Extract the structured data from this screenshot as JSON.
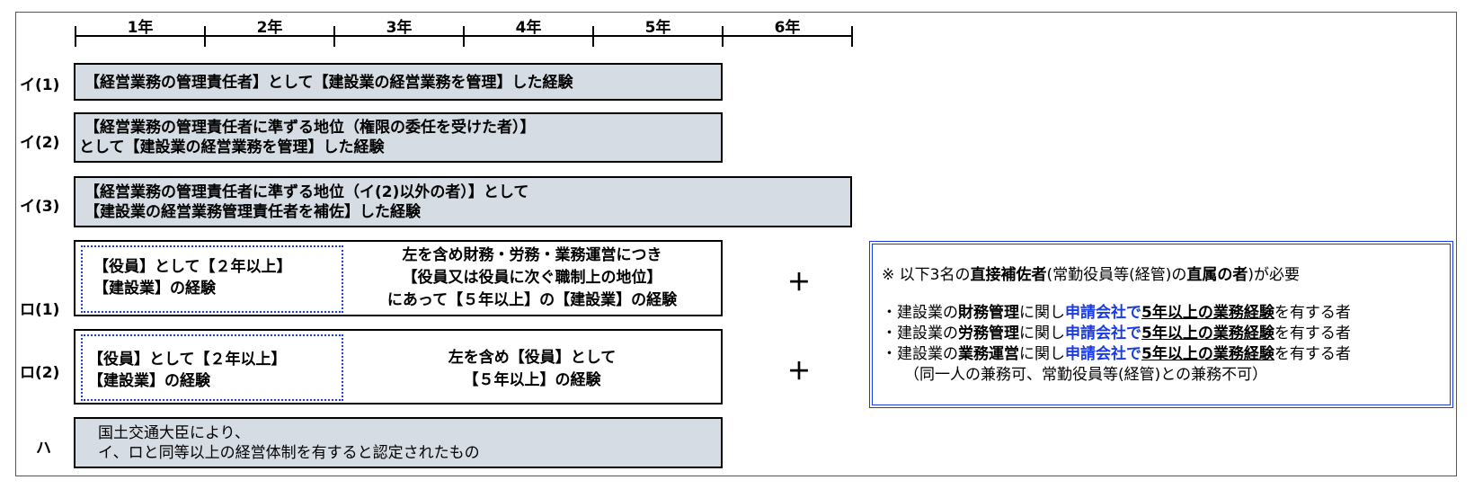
{
  "timeline": {
    "years": [
      "1年",
      "2年",
      "3年",
      "4年",
      "5年",
      "6年"
    ]
  },
  "rows": {
    "i1": {
      "label": "イ(1)",
      "line1": "【経営業務の管理責任者】として【建設業の経営業務を管理】した経験"
    },
    "i2": {
      "label": "イ(2)",
      "line1": "【経営業務の管理責任者に準ずる地位（権限の委任を受けた者）】",
      "line2": "として【建設業の経営業務を管理】した経験"
    },
    "i3": {
      "label": "イ(3)",
      "line1": "【経営業務の管理責任者に準ずる地位（イ(2)以外の者）】として",
      "line2": "【建設業の経営業務管理責任者を補佐】した経験"
    },
    "ro1": {
      "label": "ロ(1)",
      "inner1": "【役員】として【２年以上】",
      "inner2": "【建設業】の経験",
      "rest1": "左を含め財務・労務・業務運営につき",
      "rest2": "【役員又は役員に次ぐ職制上の地位】",
      "rest3": "にあって【５年以上】の【建設業】の経験",
      "plus": "＋"
    },
    "ro2": {
      "label": "ロ(2)",
      "inner1": "【役員】として【２年以上】",
      "inner2": "【建設業】の経験",
      "rest1": "左を含め【役員】として",
      "rest2": "【５年以上】の経験",
      "plus": "＋"
    },
    "ha": {
      "label": "ハ",
      "line1": "国土交通大臣により、",
      "line2": "イ、ロと同等以上の経営体制を有すると認定されたもの"
    }
  },
  "note": {
    "header_pre": "※ 以下3名の",
    "header_bold": "直接補佐者",
    "header_mid": "(常勤役員等(経管)の",
    "header_bold2": "直属の者",
    "header_post": ")が必要",
    "items": [
      {
        "a": "・建設業の",
        "b": "財務管理",
        "c": "に関し",
        "d": "申請会社で",
        "e": "5年以上の業務経験",
        "f": "を有する者"
      },
      {
        "a": "・建設業の",
        "b": "労務管理",
        "c": "に関し",
        "d": "申請会社で",
        "e": "5年以上の業務経験",
        "f": "を有する者"
      },
      {
        "a": "・建設業の",
        "b": "業務運営",
        "c": "に関し",
        "d": "申請会社で",
        "e": "5年以上の業務経験",
        "f": "を有する者"
      }
    ],
    "footnote": "（同一人の兼務可、常勤役員等(経管)との兼務不可）"
  }
}
